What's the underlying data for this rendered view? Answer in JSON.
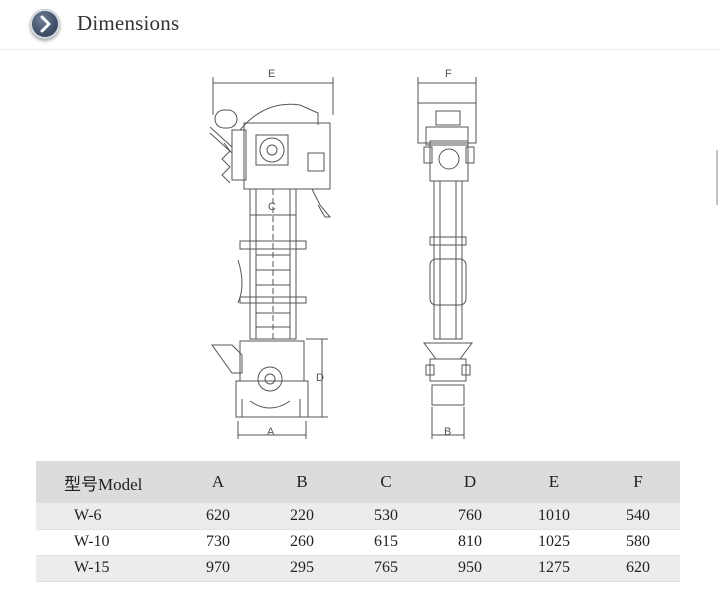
{
  "header": {
    "title": "Dimensions",
    "icon": "chevron-right-icon",
    "accent_color": "#3e4f66"
  },
  "drawing": {
    "dimension_labels": {
      "front_E": "E",
      "front_C": "C",
      "front_D": "D",
      "front_A": "A",
      "side_F": "F",
      "side_B": "B"
    }
  },
  "table": {
    "headers": [
      "型号Model",
      "A",
      "B",
      "C",
      "D",
      "E",
      "F"
    ],
    "rows": [
      [
        "W-6",
        "620",
        "220",
        "530",
        "760",
        "1010",
        "540"
      ],
      [
        "W-10",
        "730",
        "260",
        "615",
        "810",
        "1025",
        "580"
      ],
      [
        "W-15",
        "970",
        "295",
        "765",
        "950",
        "1275",
        "620"
      ]
    ]
  }
}
